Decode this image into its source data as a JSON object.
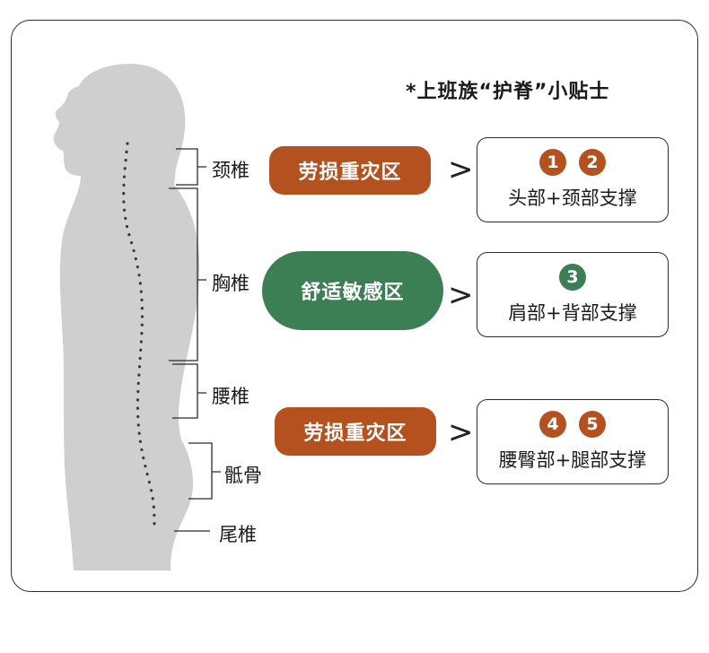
{
  "title": "*上班族“护脊”小贴士",
  "spine_segments": [
    {
      "label": "颈椎"
    },
    {
      "label": "胸椎"
    },
    {
      "label": "腰椎"
    },
    {
      "label": "骶骨"
    },
    {
      "label": "尾椎"
    }
  ],
  "zones": [
    {
      "label": "劳损重灾区",
      "color": "#b5501f",
      "arrow": ">",
      "badges": [
        "1",
        "2"
      ],
      "badge_color": "#b5501f",
      "support": "头部+颈部支撑"
    },
    {
      "label": "舒适敏感区",
      "color": "#3d7f55",
      "arrow": ">",
      "badges": [
        "3"
      ],
      "badge_color": "#3d7f55",
      "support": "肩部+背部支撑"
    },
    {
      "label": "劳损重灾区",
      "color": "#b5501f",
      "arrow": ">",
      "badges": [
        "4",
        "5"
      ],
      "badge_color": "#b5501f",
      "support": "腰臀部+腿部支撑"
    }
  ]
}
